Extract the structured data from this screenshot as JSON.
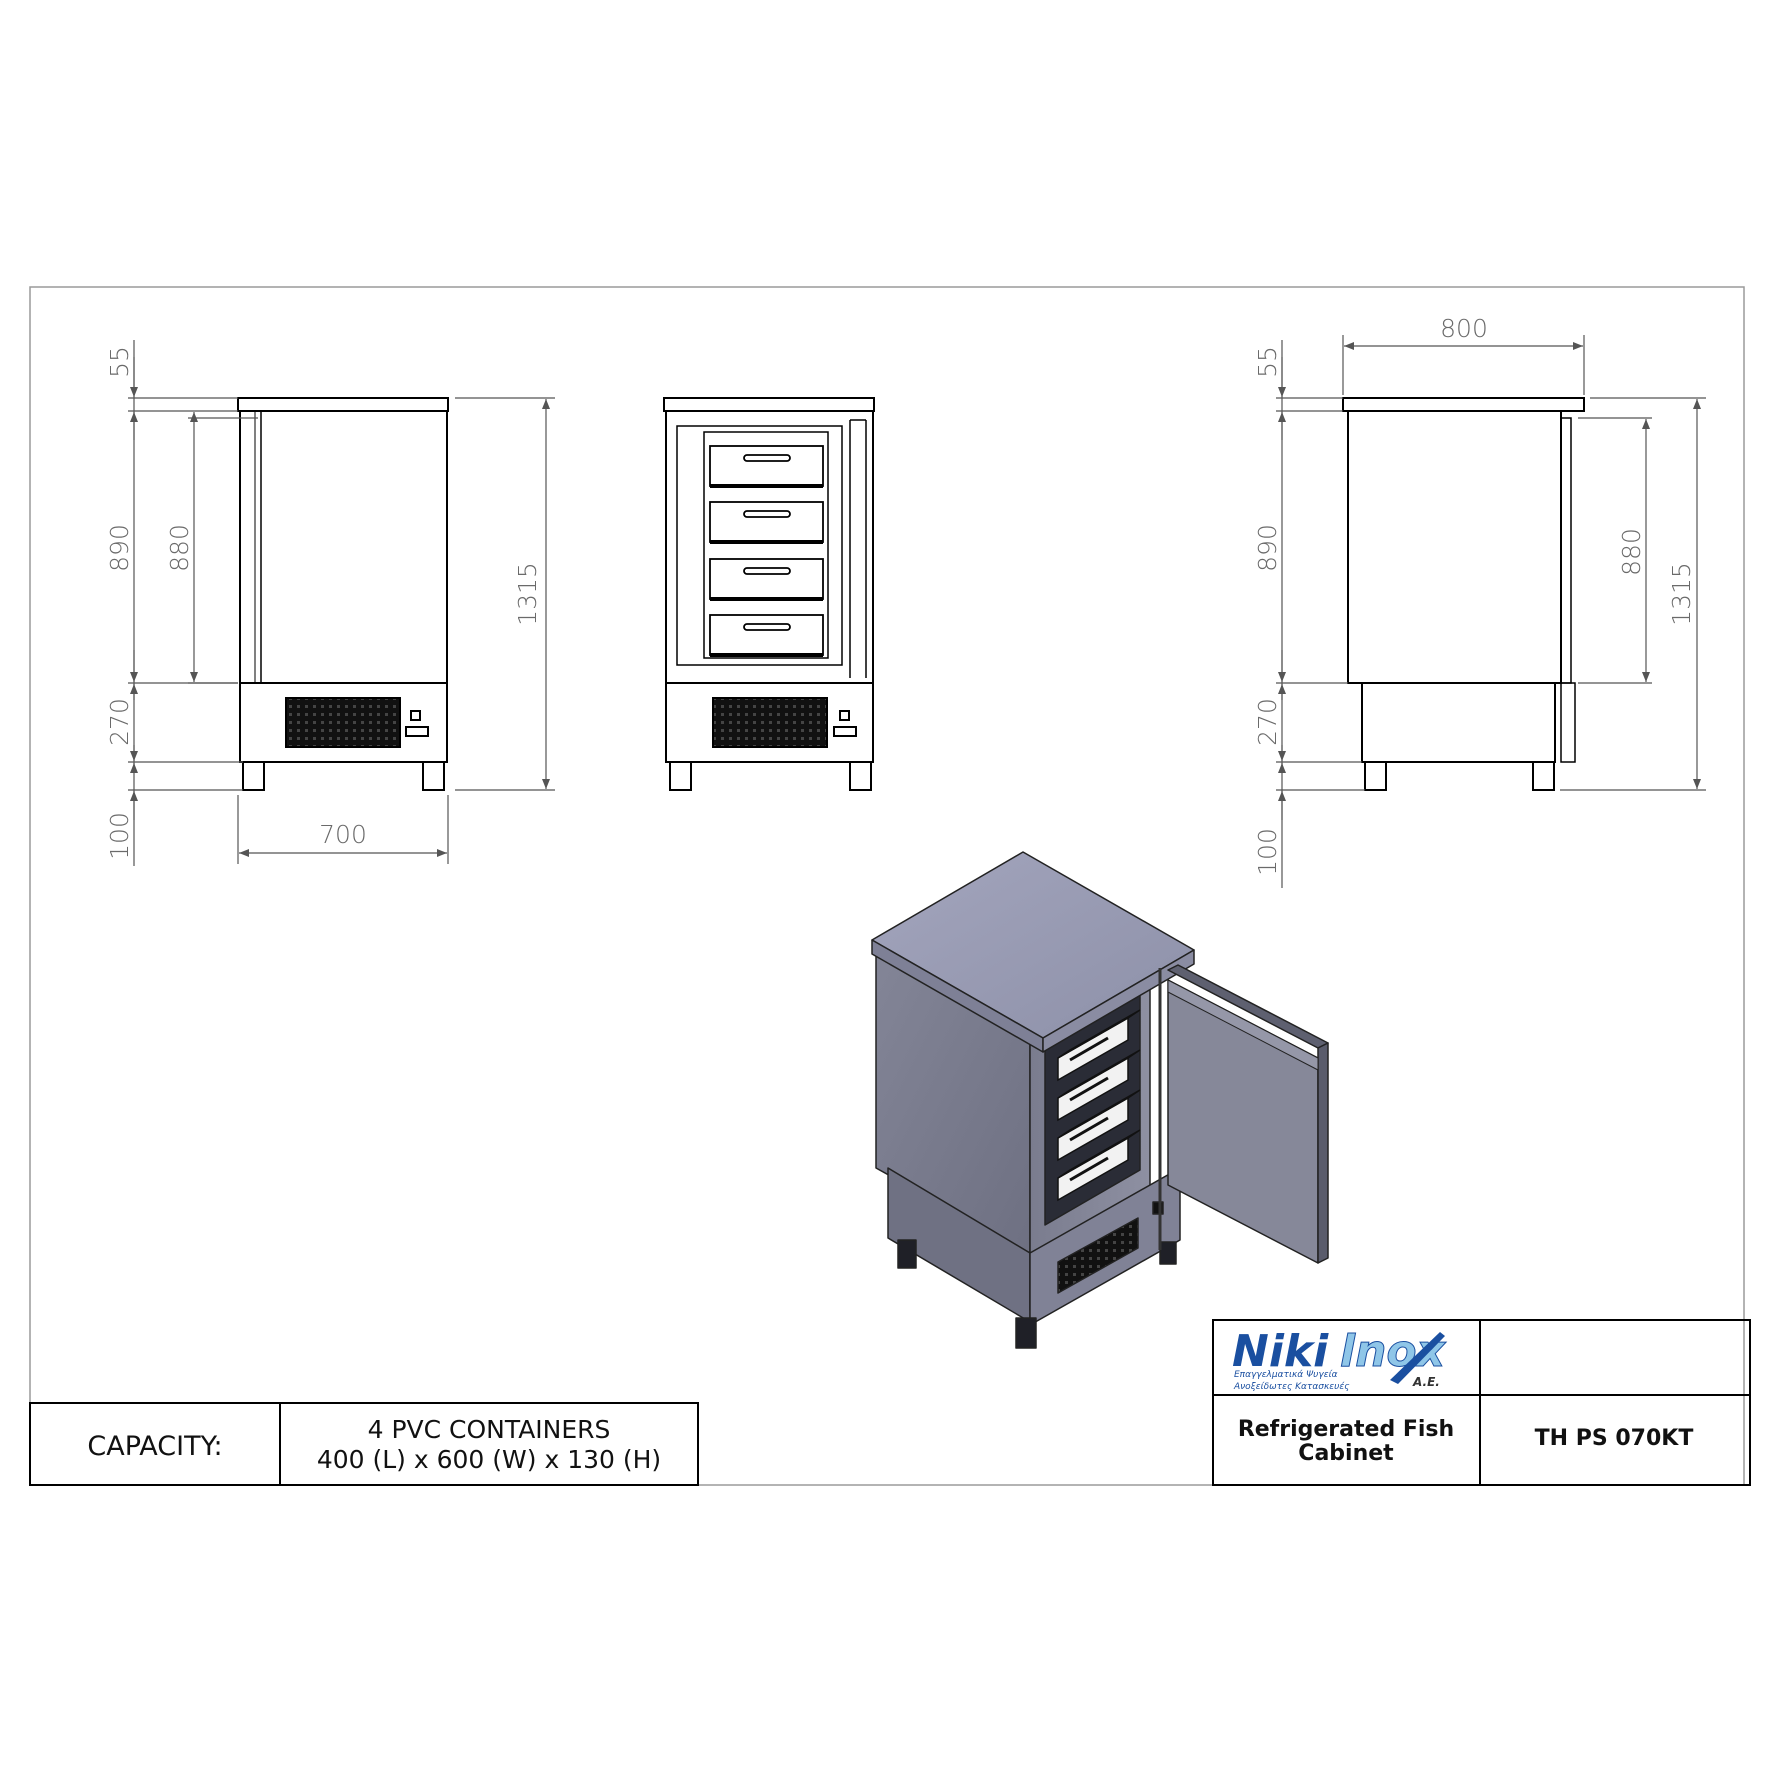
{
  "drawing": {
    "front_view": {
      "dims_left": [
        "55",
        "890",
        "880",
        "270",
        "100"
      ],
      "dim_right": "1315",
      "dim_bottom": "700"
    },
    "side_view": {
      "dim_top": "800",
      "dims_left": [
        "55",
        "890",
        "270",
        "100"
      ],
      "dims_right": [
        "880",
        "1315"
      ]
    }
  },
  "capacity": {
    "label": "CAPACITY:",
    "line1": "4 PVC CONTAINERS",
    "line2": "400 (L) x 600 (W) x 130 (H)"
  },
  "title_block": {
    "logo": {
      "brand_dark": "Niki",
      "brand_light": "lnox",
      "suffix": "A.E.",
      "tagline1": "Επαγγελματικά Ψυγεία",
      "tagline2": "Ανοξείδωτες Κατασκευές"
    },
    "description_line1": "Refrigerated Fish",
    "description_line2": "Cabinet",
    "model": "TH PS 070KT"
  },
  "colors": {
    "line": "#000000",
    "dim_line": "#555555",
    "border": "#9a9a9a",
    "logo_blue": "#1a4fa0",
    "logo_light": "#8fc6e8",
    "steel_top": "#9a9cb4",
    "steel_side": "#7a7c8e",
    "steel_front": "#888a9c"
  }
}
